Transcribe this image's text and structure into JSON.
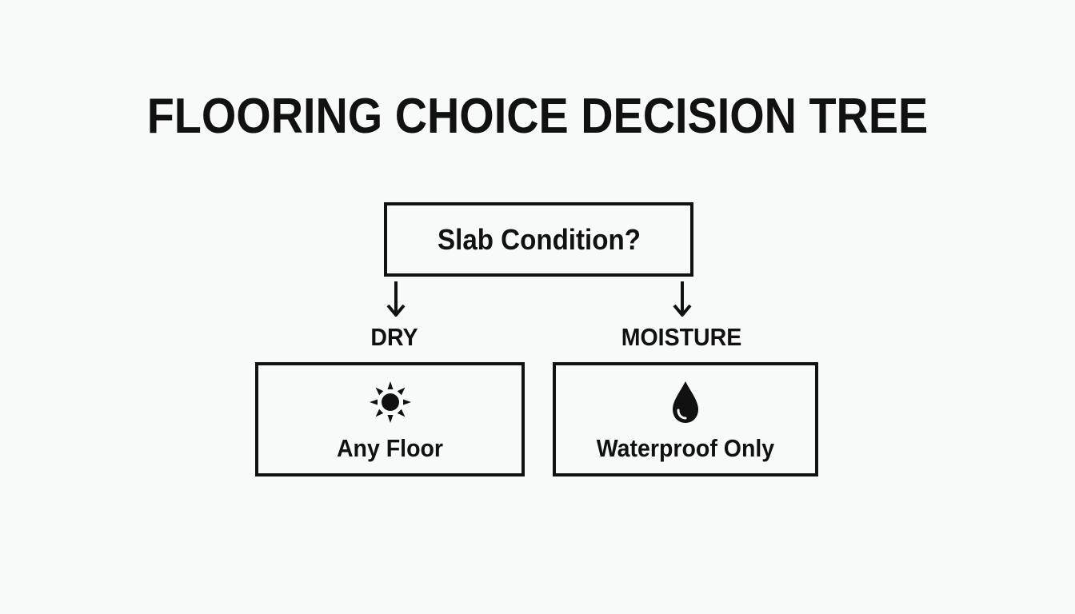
{
  "title": "FLOORING CHOICE DECISION TREE",
  "root": {
    "label": "Slab Condition?"
  },
  "branches": [
    {
      "label": "DRY",
      "outcome": "Any Floor",
      "icon": "sun-icon"
    },
    {
      "label": "MOISTURE",
      "outcome": "Waterproof Only",
      "icon": "water-drop-icon"
    }
  ],
  "colors": {
    "background": "#f8f9f9",
    "ink": "#111111"
  }
}
